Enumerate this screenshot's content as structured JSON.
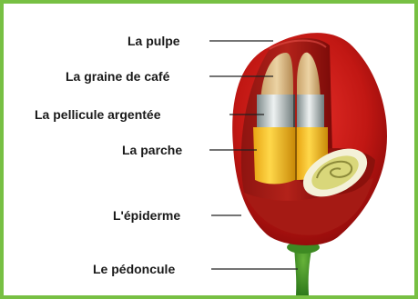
{
  "labels": {
    "pulpe": "La pulpe",
    "graine": "La graine de café",
    "pellicule": "La pellicule argentée",
    "parche": "La parche",
    "epiderme": "L'épiderme",
    "pedoncule": "Le pédoncule"
  }
}
